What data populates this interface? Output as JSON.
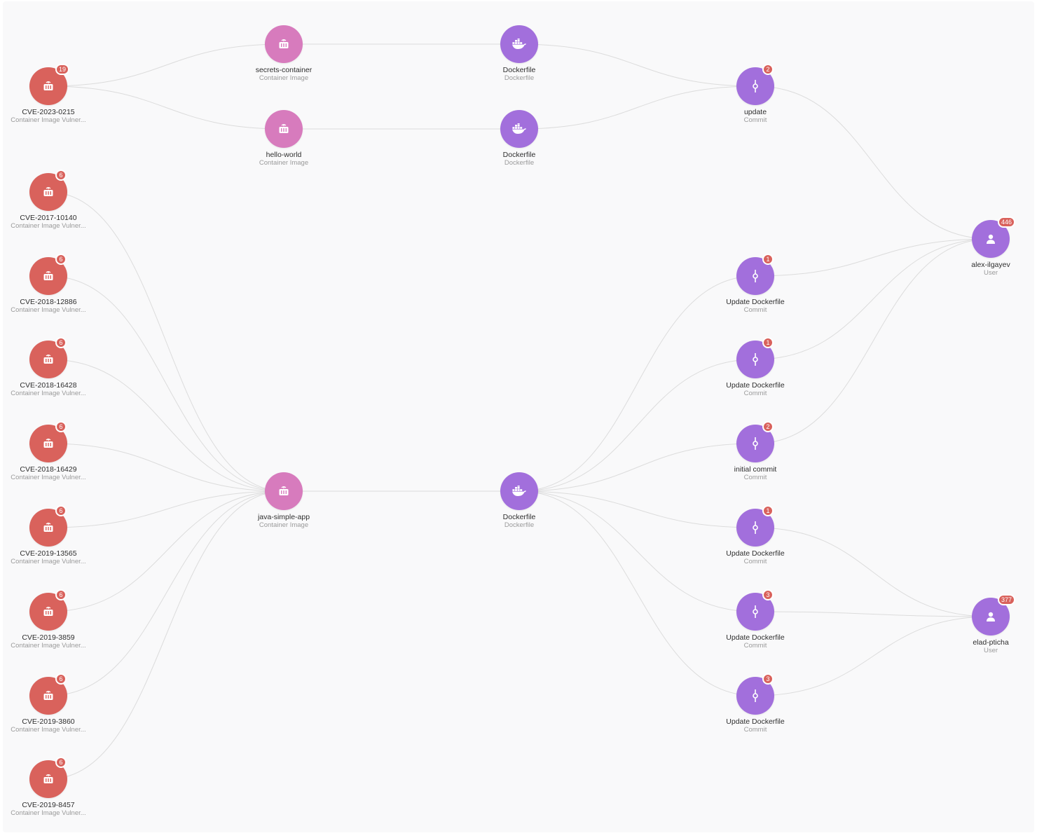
{
  "colors": {
    "vulnerability": "#d9625c",
    "container": "#d77bbd",
    "purple": "#a26fdc",
    "badge": "#d9625c",
    "edge": "#dcdcdc"
  },
  "nodes": {
    "cve0215": {
      "label": "CVE-2023-0215",
      "sub": "Container Image Vulner...",
      "badge": "19",
      "icon": "container-icon"
    },
    "cve10140": {
      "label": "CVE-2017-10140",
      "sub": "Container Image Vulner...",
      "badge": "6",
      "icon": "container-icon"
    },
    "cve12886": {
      "label": "CVE-2018-12886",
      "sub": "Container Image Vulner...",
      "badge": "6",
      "icon": "container-icon"
    },
    "cve16428": {
      "label": "CVE-2018-16428",
      "sub": "Container Image Vulner...",
      "badge": "6",
      "icon": "container-icon"
    },
    "cve16429": {
      "label": "CVE-2018-16429",
      "sub": "Container Image Vulner...",
      "badge": "6",
      "icon": "container-icon"
    },
    "cve13565": {
      "label": "CVE-2019-13565",
      "sub": "Container Image Vulner...",
      "badge": "6",
      "icon": "container-icon"
    },
    "cve3859": {
      "label": "CVE-2019-3859",
      "sub": "Container Image Vulner...",
      "badge": "6",
      "icon": "container-icon"
    },
    "cve3860": {
      "label": "CVE-2019-3860",
      "sub": "Container Image Vulner...",
      "badge": "6",
      "icon": "container-icon"
    },
    "cve8457": {
      "label": "CVE-2019-8457",
      "sub": "Container Image Vulner...",
      "badge": "6",
      "icon": "container-icon"
    },
    "secrets": {
      "label": "secrets-container",
      "sub": "Container Image",
      "icon": "container-icon"
    },
    "hello": {
      "label": "hello-world",
      "sub": "Container Image",
      "icon": "container-icon"
    },
    "java": {
      "label": "java-simple-app",
      "sub": "Container Image",
      "icon": "container-icon"
    },
    "df1": {
      "label": "Dockerfile",
      "sub": "Dockerfile",
      "icon": "docker-icon"
    },
    "df2": {
      "label": "Dockerfile",
      "sub": "Dockerfile",
      "icon": "docker-icon"
    },
    "df3": {
      "label": "Dockerfile",
      "sub": "Dockerfile",
      "icon": "docker-icon"
    },
    "c_update": {
      "label": "update",
      "sub": "Commit",
      "badge": "2",
      "icon": "commit-icon"
    },
    "c_ud1": {
      "label": "Update Dockerfile",
      "sub": "Commit",
      "badge": "1",
      "icon": "commit-icon"
    },
    "c_ud2": {
      "label": "Update Dockerfile",
      "sub": "Commit",
      "badge": "1",
      "icon": "commit-icon"
    },
    "c_initial": {
      "label": "initial commit",
      "sub": "Commit",
      "badge": "2",
      "icon": "commit-icon"
    },
    "c_ud3": {
      "label": "Update Dockerfile",
      "sub": "Commit",
      "badge": "1",
      "icon": "commit-icon"
    },
    "c_ud4": {
      "label": "Update Dockerfile",
      "sub": "Commit",
      "badge": "3",
      "icon": "commit-icon"
    },
    "c_ud5": {
      "label": "Update Dockerfile",
      "sub": "Commit",
      "badge": "3",
      "icon": "commit-icon"
    },
    "u_alex": {
      "label": "alex-ilgayev",
      "sub": "User",
      "badge": "446",
      "icon": "user-icon"
    },
    "u_elad": {
      "label": "elad-pticha",
      "sub": "User",
      "badge": "377",
      "icon": "user-icon"
    }
  },
  "edges": [
    [
      "cve0215",
      "secrets"
    ],
    [
      "cve0215",
      "hello"
    ],
    [
      "secrets",
      "df1"
    ],
    [
      "hello",
      "df2"
    ],
    [
      "df1",
      "c_update"
    ],
    [
      "df2",
      "c_update"
    ],
    [
      "c_update",
      "u_alex"
    ],
    [
      "cve10140",
      "java"
    ],
    [
      "cve12886",
      "java"
    ],
    [
      "cve16428",
      "java"
    ],
    [
      "cve16429",
      "java"
    ],
    [
      "cve13565",
      "java"
    ],
    [
      "cve3859",
      "java"
    ],
    [
      "cve3860",
      "java"
    ],
    [
      "cve8457",
      "java"
    ],
    [
      "java",
      "df3"
    ],
    [
      "df3",
      "c_ud1"
    ],
    [
      "df3",
      "c_ud2"
    ],
    [
      "df3",
      "c_initial"
    ],
    [
      "df3",
      "c_ud3"
    ],
    [
      "df3",
      "c_ud4"
    ],
    [
      "df3",
      "c_ud5"
    ],
    [
      "c_ud1",
      "u_alex"
    ],
    [
      "c_ud2",
      "u_alex"
    ],
    [
      "c_initial",
      "u_alex"
    ],
    [
      "c_ud3",
      "u_elad"
    ],
    [
      "c_ud4",
      "u_elad"
    ],
    [
      "c_ud5",
      "u_elad"
    ]
  ]
}
